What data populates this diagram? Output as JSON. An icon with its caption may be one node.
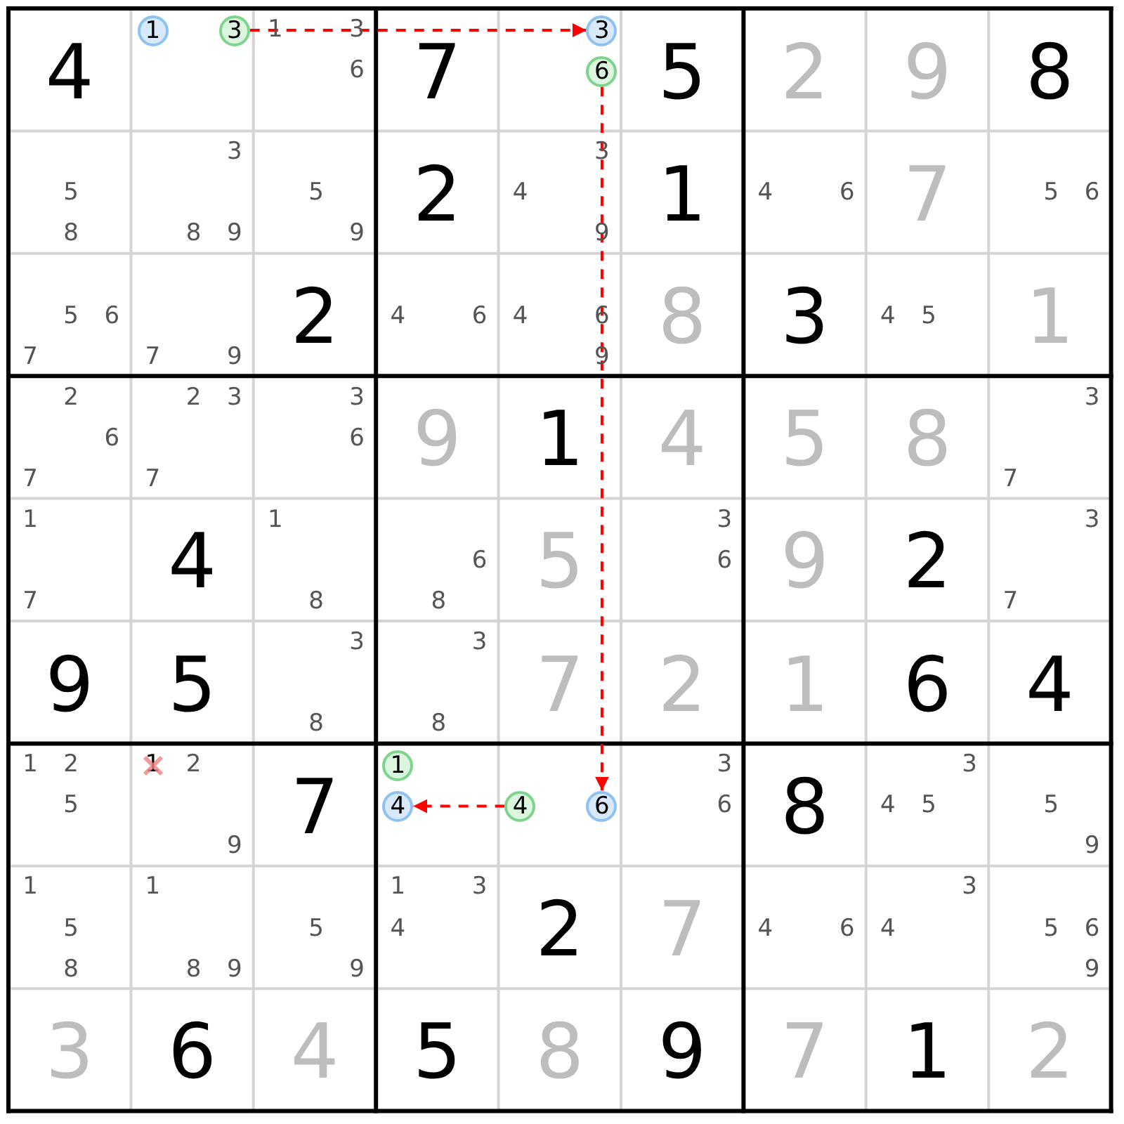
{
  "diagram": {
    "nodes": [
      {
        "text": [
          "1"
        ]
      },
      {
        "text": [
          "3"
        ]
      },
      {
        "text": [
          "3"
        ]
      },
      {
        "text": [
          "6"
        ]
      },
      {
        "text": [
          "1"
        ]
      },
      {
        "text": [
          "4"
        ]
      },
      {
        "text": [
          "4"
        ]
      },
      {
        "text": [
          "6"
        ]
      }
    ],
    "edges": [
      {
        "from": 1,
        "to": 2,
        "arrow": "to",
        "style": "dashed",
        "color": "#ff0000"
      },
      {
        "from": 3,
        "to": 7,
        "arrow": "to",
        "style": "dashed",
        "color": "#ff0000"
      },
      {
        "from": 6,
        "to": 5,
        "arrow": "to",
        "style": "dashed",
        "color": "#ff0000"
      }
    ],
    "labels": [
      "4",
      "1",
      "3",
      "6",
      "7",
      "5",
      "2",
      "9",
      "8",
      "5",
      "8",
      "3",
      "8",
      "9",
      "5",
      "9",
      "2",
      "3",
      "4",
      "9",
      "1",
      "4",
      "6",
      "7",
      "5",
      "6",
      "5",
      "6",
      "7",
      "7",
      "9",
      "2",
      "4",
      "6",
      "4",
      "6",
      "9",
      "8",
      "3",
      "4",
      "5",
      "1",
      "2",
      "6",
      "7",
      "2",
      "3",
      "7",
      "3",
      "6",
      "9",
      "1",
      "4",
      "5",
      "8",
      "3",
      "7",
      "1",
      "7",
      "4",
      "1",
      "8",
      "6",
      "8",
      "5",
      "3",
      "6",
      "9",
      "2",
      "3",
      "7",
      "9",
      "5",
      "3",
      "8",
      "3",
      "8",
      "7",
      "2",
      "1",
      "6",
      "4",
      "1",
      "2",
      "5",
      "1",
      "2",
      "9",
      "7",
      "3",
      "6",
      "8",
      "3",
      "4",
      "5",
      "5",
      "9",
      "1",
      "5",
      "8",
      "1",
      "8",
      "9",
      "5",
      "9",
      "1",
      "3",
      "4",
      "2",
      "7",
      "4",
      "6",
      "3",
      "4",
      "5",
      "6",
      "9",
      "3",
      "6",
      "4",
      "5",
      "8",
      "9",
      "7",
      "1",
      "2"
    ]
  }
}
